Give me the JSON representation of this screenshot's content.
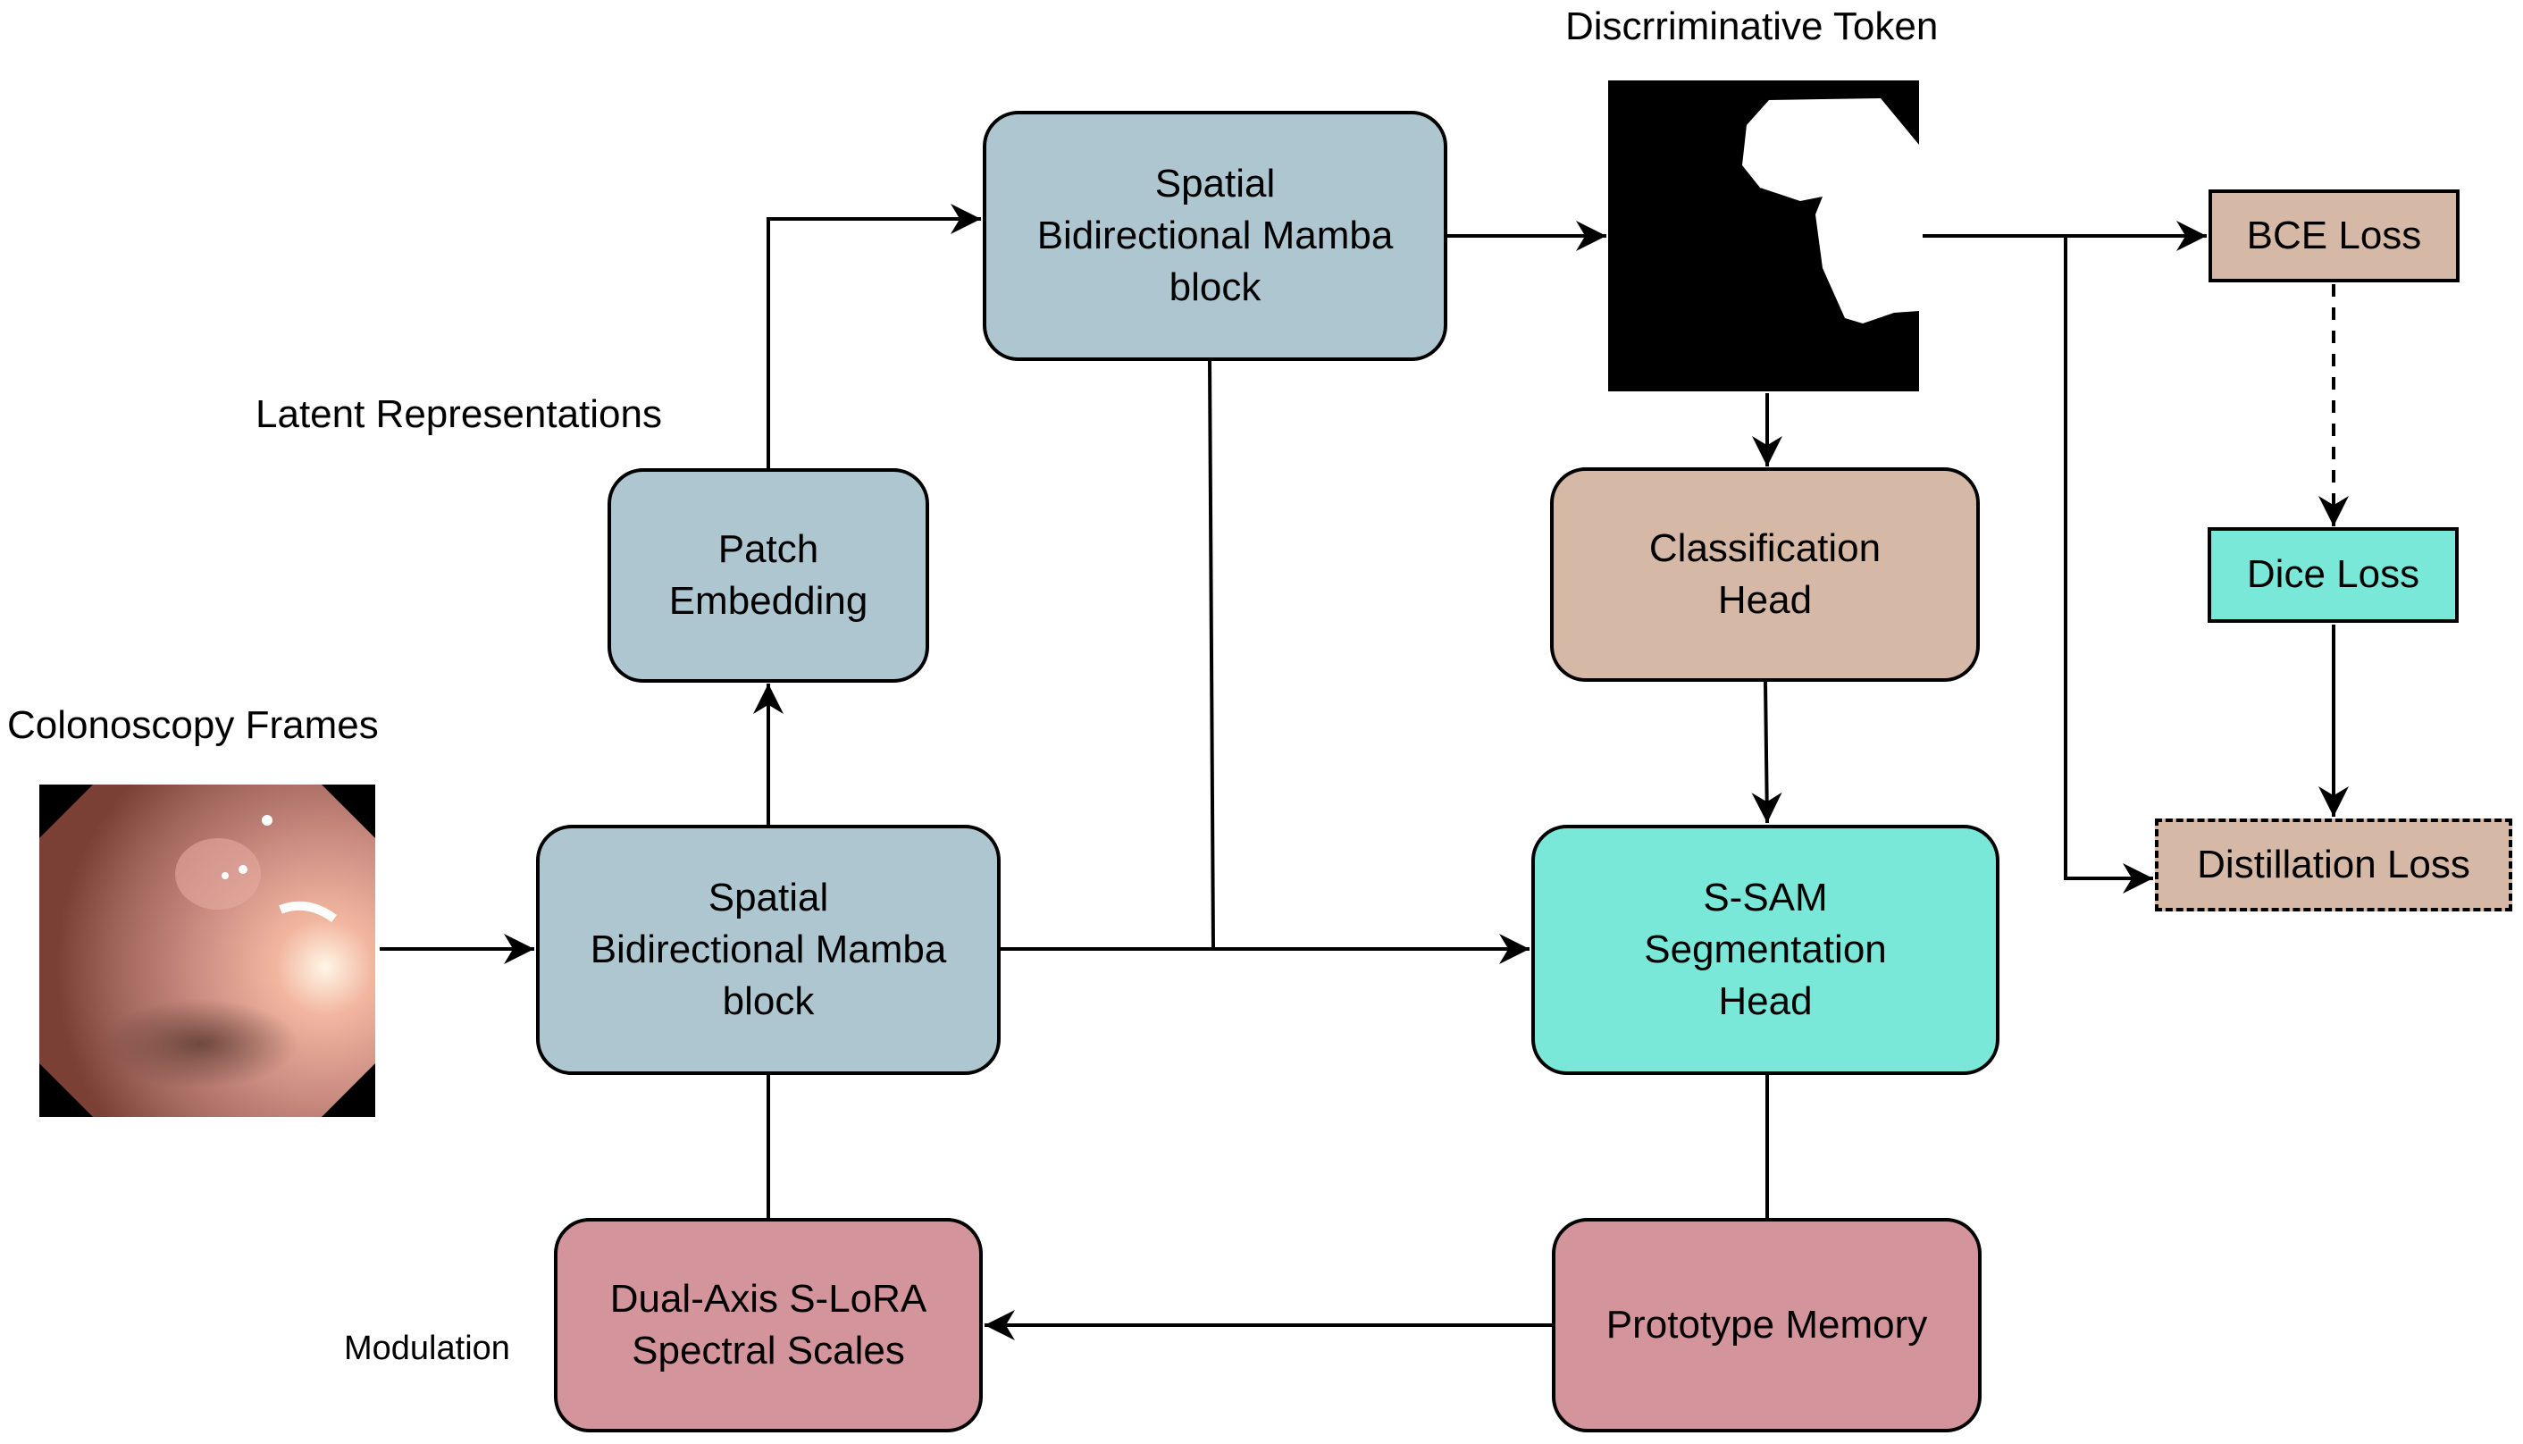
{
  "labels": {
    "discriminative_token": "Discrriminative Token",
    "latent_representations": "Latent Representations",
    "colonoscopy_frames": "Colonoscopy Frames",
    "modulation": "Modulation"
  },
  "nodes": {
    "mamba_top": "Spatial\nBidirectional Mamba\nblock",
    "patch_embedding": "Patch\nEmbedding",
    "mamba_bottom": "Spatial\nBidirectional Mamba\nblock",
    "classification_head": "Classification\nHead",
    "ssam_head": "S-SAM\nSegmentation\nHead",
    "dual_axis_slora": "Dual-Axis S-LoRA\nSpectral Scales",
    "prototype_memory": "Prototype Memory",
    "bce_loss": "BCE Loss",
    "dice_loss": "Dice Loss",
    "distillation_loss": "Distillation Loss"
  },
  "images": {
    "colonoscopy_frame": "colonoscopy-frame-image",
    "mask": "segmentation-mask-image"
  },
  "colors": {
    "mamba": "#AEC6CF",
    "tan": "#D5B9A6",
    "teal": "#7AE8D8",
    "pink": "#D3949C"
  }
}
